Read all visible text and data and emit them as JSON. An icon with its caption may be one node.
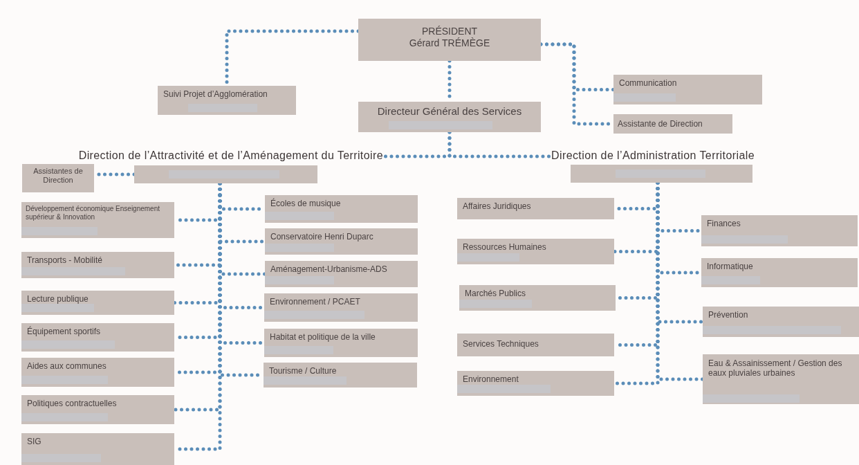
{
  "diagram": {
    "nodes": [
      {
        "text": [
          "PRÉSIDENT",
          "Gérard TRÉMÈGE"
        ]
      },
      {
        "text": [
          "Suivi Projet d’Agglomération"
        ]
      },
      {
        "text": [
          "Communication"
        ]
      },
      {
        "text": [
          "Directeur Général des Services"
        ]
      },
      {
        "text": [
          "Assistante de Direction"
        ]
      },
      {
        "text": [
          "Direction de l’Attractivité et de l’Aménagement du Territoire"
        ]
      },
      {
        "text": [
          "Direction de l’Administration Territoriale"
        ]
      },
      {
        "text": [
          "Assistantes de Direction"
        ]
      },
      {
        "text": [
          "Développement économique Enseignement supérieur & Innovation"
        ]
      },
      {
        "text": [
          "Transports - Mobilité"
        ]
      },
      {
        "text": [
          "Lecture publique"
        ]
      },
      {
        "text": [
          "Équipement sportifs"
        ]
      },
      {
        "text": [
          "Aides aux communes"
        ]
      },
      {
        "text": [
          "Politiques contractuelles"
        ]
      },
      {
        "text": [
          "SIG"
        ]
      },
      {
        "text": [
          "Écoles de musique"
        ]
      },
      {
        "text": [
          "Conservatoire Henri Duparc"
        ]
      },
      {
        "text": [
          "Aménagement-Urbanisme-ADS"
        ]
      },
      {
        "text": [
          "Environnement / PCAET"
        ]
      },
      {
        "text": [
          "Habitat et politique de la ville"
        ]
      },
      {
        "text": [
          "Tourisme / Culture"
        ]
      },
      {
        "text": [
          "Affaires Juridiques"
        ]
      },
      {
        "text": [
          "Ressources Humaines"
        ]
      },
      {
        "text": [
          "Marchés Publics"
        ]
      },
      {
        "text": [
          "Services Techniques"
        ]
      },
      {
        "text": [
          "Environnement"
        ]
      },
      {
        "text": [
          "Finances"
        ]
      },
      {
        "text": [
          "Informatique"
        ]
      },
      {
        "text": [
          "Prévention"
        ]
      },
      {
        "text": [
          "Eau & Assainissement / Gestion des eaux pluviales urbaines"
        ]
      }
    ],
    "edges": [
      {
        "from": 0,
        "to": 1,
        "arrow": "none"
      },
      {
        "from": 0,
        "to": 2,
        "arrow": "none"
      },
      {
        "from": 0,
        "to": 4,
        "arrow": "none"
      },
      {
        "from": 0,
        "to": 3,
        "arrow": "none"
      },
      {
        "from": 3,
        "to": 5,
        "arrow": "none"
      },
      {
        "from": 3,
        "to": 6,
        "arrow": "none"
      },
      {
        "from": 5,
        "to": 7,
        "arrow": "none"
      },
      {
        "from": 5,
        "to": 8,
        "arrow": "none"
      },
      {
        "from": 5,
        "to": 9,
        "arrow": "none"
      },
      {
        "from": 5,
        "to": 10,
        "arrow": "none"
      },
      {
        "from": 5,
        "to": 11,
        "arrow": "none"
      },
      {
        "from": 5,
        "to": 12,
        "arrow": "none"
      },
      {
        "from": 5,
        "to": 13,
        "arrow": "none"
      },
      {
        "from": 5,
        "to": 14,
        "arrow": "none"
      },
      {
        "from": 5,
        "to": 15,
        "arrow": "none"
      },
      {
        "from": 5,
        "to": 16,
        "arrow": "none"
      },
      {
        "from": 5,
        "to": 17,
        "arrow": "none"
      },
      {
        "from": 5,
        "to": 18,
        "arrow": "none"
      },
      {
        "from": 5,
        "to": 19,
        "arrow": "none"
      },
      {
        "from": 5,
        "to": 20,
        "arrow": "none"
      },
      {
        "from": 6,
        "to": 21,
        "arrow": "none"
      },
      {
        "from": 6,
        "to": 22,
        "arrow": "none"
      },
      {
        "from": 6,
        "to": 23,
        "arrow": "none"
      },
      {
        "from": 6,
        "to": 24,
        "arrow": "none"
      },
      {
        "from": 6,
        "to": 25,
        "arrow": "none"
      },
      {
        "from": 6,
        "to": 26,
        "arrow": "none"
      },
      {
        "from": 6,
        "to": 27,
        "arrow": "none"
      },
      {
        "from": 6,
        "to": 28,
        "arrow": "none"
      },
      {
        "from": 6,
        "to": 29,
        "arrow": "none"
      }
    ]
  }
}
